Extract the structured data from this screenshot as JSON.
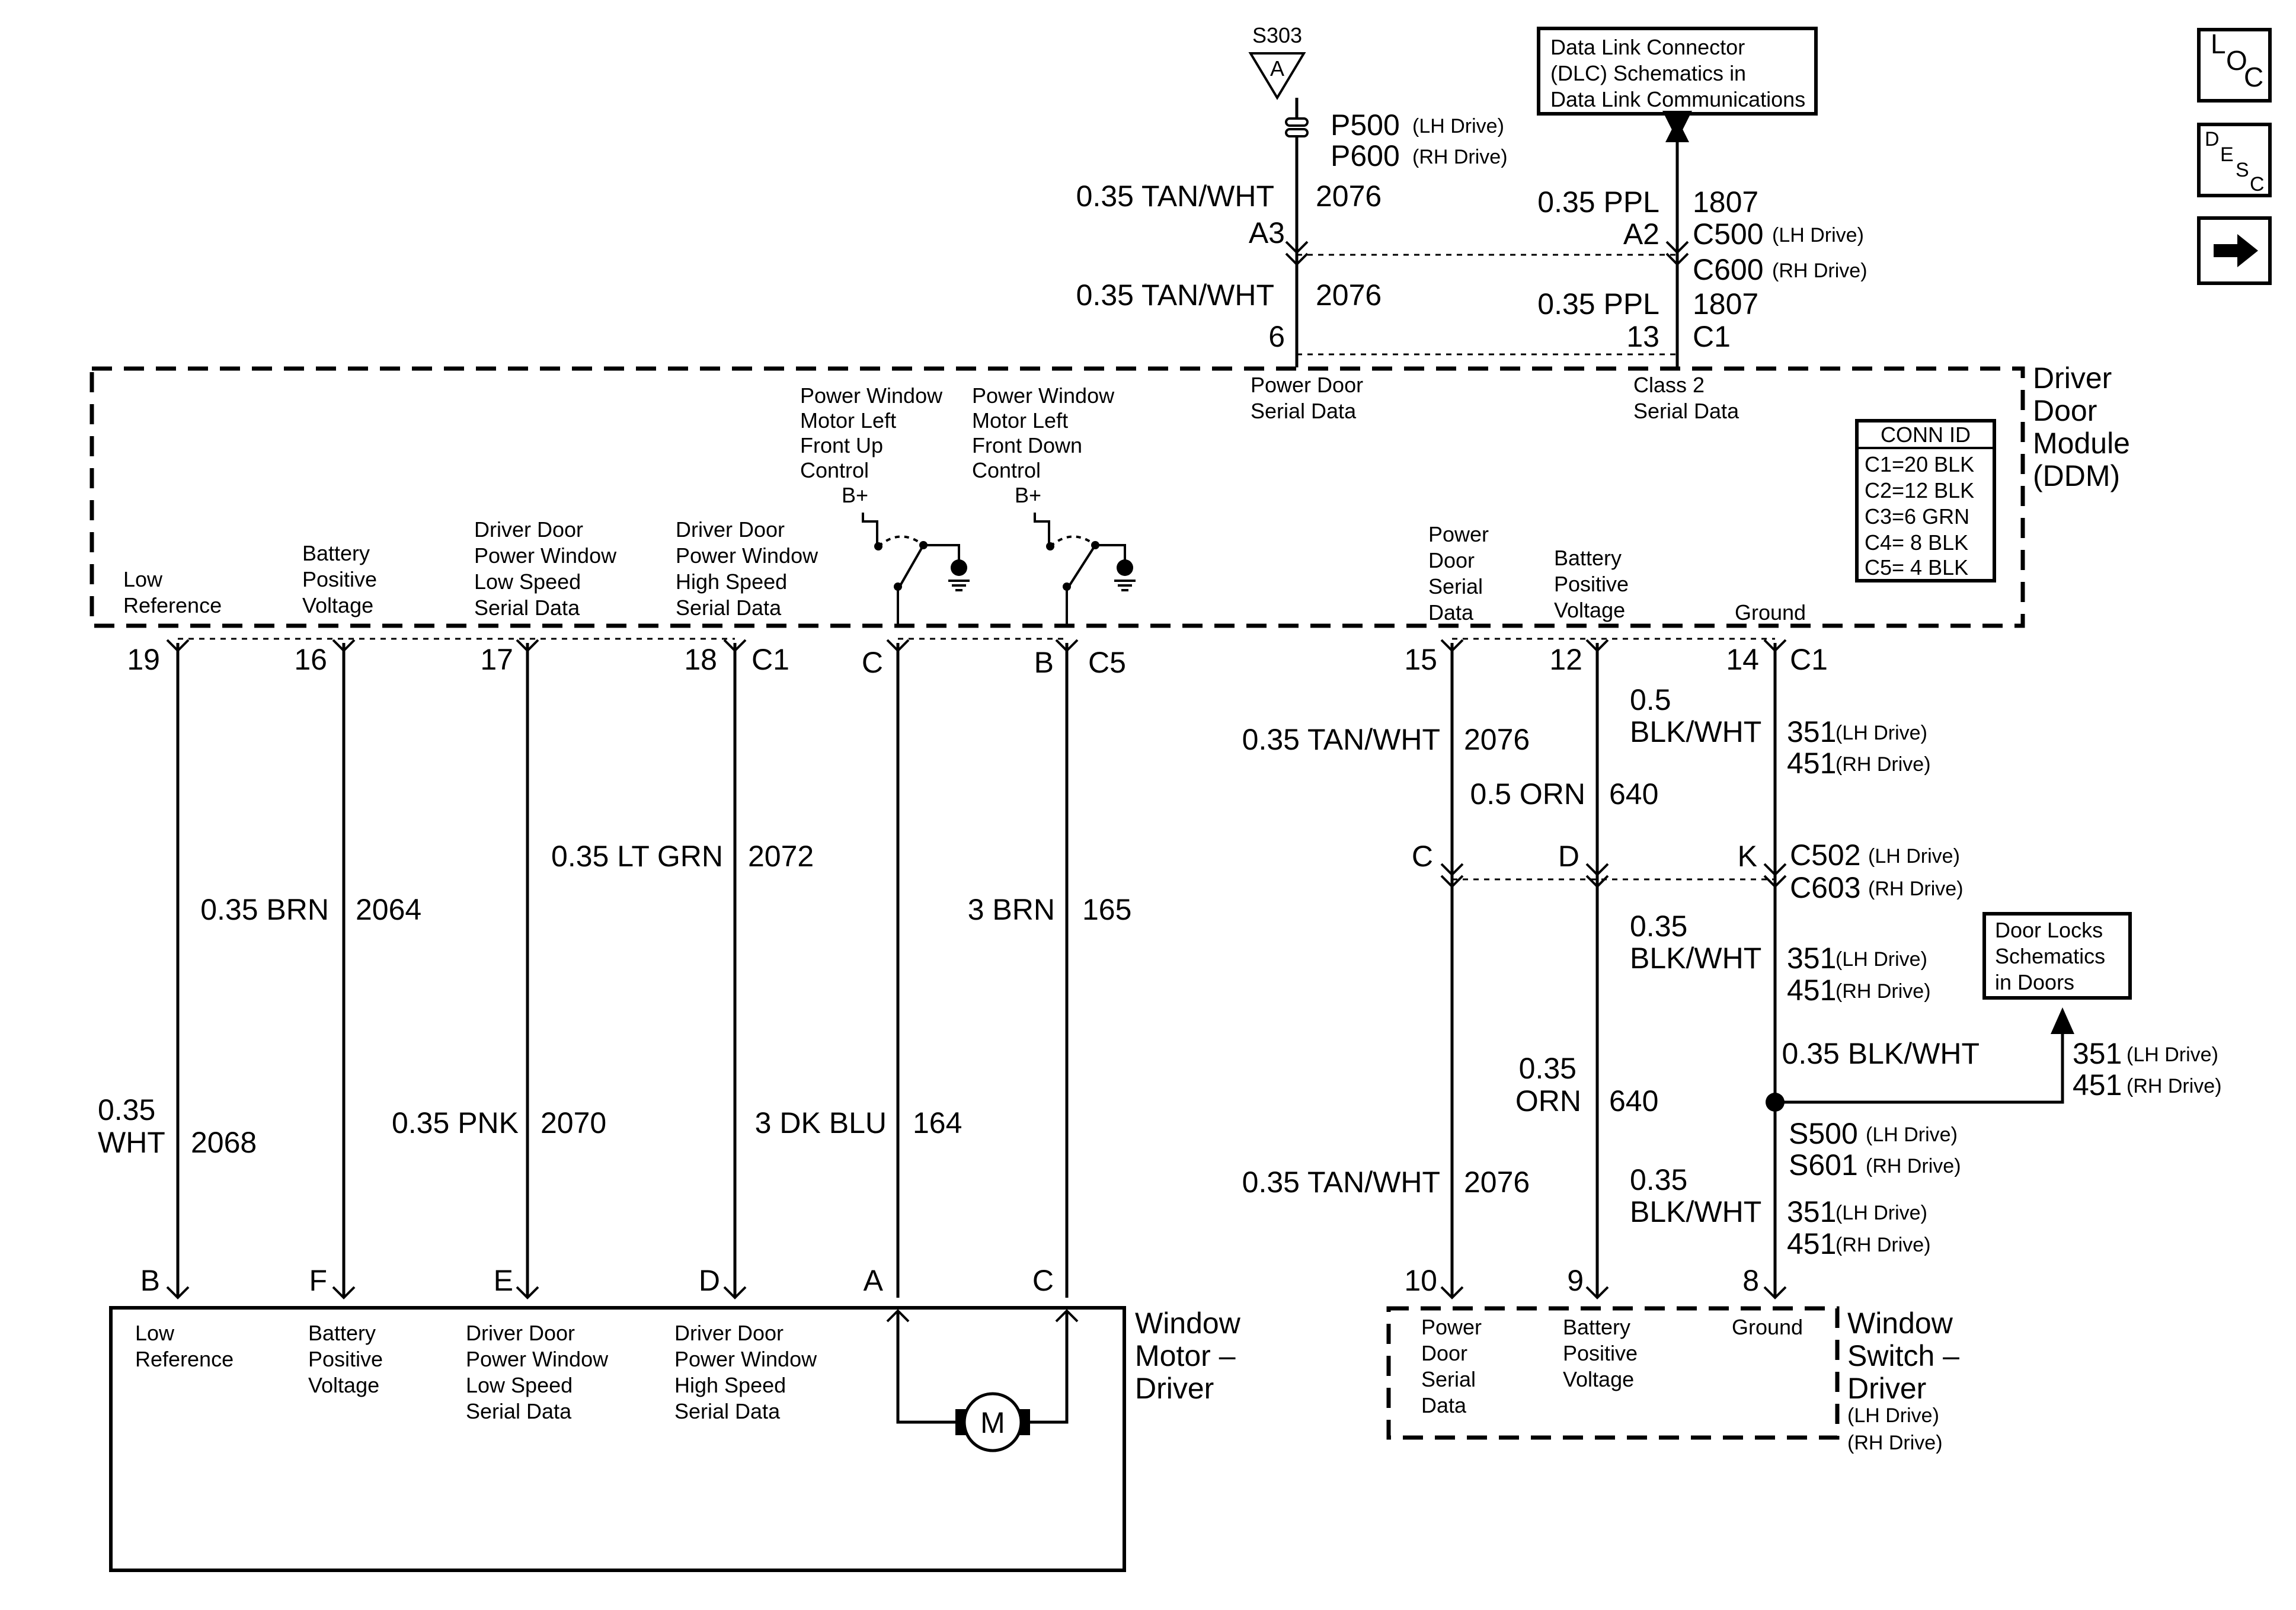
{
  "splice_top": {
    "id": "S303",
    "letter": "A"
  },
  "top_connector": {
    "p500": "P500",
    "p500_note": "(LH Drive)",
    "p600": "P600",
    "p600_note": "(RH Drive)"
  },
  "dlc_box": {
    "line1": "Data Link Connector",
    "line2": "(DLC) Schematics in",
    "line3": "Data Link Communications"
  },
  "upper_left_wire": {
    "spec1": "0.35 TAN/WHT",
    "circuit1": "2076",
    "pin1": "A3",
    "spec2": "0.35 TAN/WHT",
    "circuit2": "2076",
    "pin2": "6"
  },
  "upper_right_wire": {
    "spec1": "0.35 PPL",
    "circuit1": "1807",
    "pin1": "A2",
    "c500": "C500",
    "c500_note": "(LH Drive)",
    "c600": "C600",
    "c600_note": "(RH Drive)",
    "spec2": "0.35 PPL",
    "circuit2": "1807",
    "pin2": "13",
    "conn": "C1"
  },
  "ddm": {
    "name_lines": [
      "Driver",
      "Door",
      "Module",
      "(DDM)"
    ],
    "power_door_serial": [
      "Power Door",
      "Serial Data"
    ],
    "class2_serial": [
      "Class 2",
      "Serial Data"
    ],
    "switch_up_label": [
      "Power Window",
      "Motor Left",
      "Front Up",
      "Control"
    ],
    "switch_down_label": [
      "Power Window",
      "Motor Left",
      "Front Down",
      "Control"
    ],
    "bplus": "B+",
    "conn_id": {
      "title": "CONN ID",
      "rows": [
        "C1=20 BLK",
        "C2=12 BLK",
        "C3=6 GRN",
        "C4= 8 BLK",
        "C5= 4 BLK"
      ]
    },
    "pin_labels": {
      "low_ref": [
        "Low",
        "Reference"
      ],
      "batt": [
        "Battery",
        "Positive",
        "Voltage"
      ],
      "low_speed": [
        "Driver Door",
        "Power Window",
        "Low Speed",
        "Serial Data"
      ],
      "high_speed": [
        "Driver Door",
        "Power Window",
        "High Speed",
        "Serial Data"
      ],
      "power_door": [
        "Power",
        "Door",
        "Serial",
        "Data"
      ],
      "batt_right": [
        "Battery",
        "Positive",
        "Voltage"
      ],
      "ground": "Ground"
    },
    "pins": {
      "p19": "19",
      "p16": "16",
      "p17": "17",
      "p18": "18",
      "c1_left": "C1",
      "pc": "C",
      "pb": "B",
      "c5": "C5",
      "p15": "15",
      "p12": "12",
      "p14": "14",
      "c1_right": "C1"
    }
  },
  "left_wires": {
    "w1": {
      "spec_line1": "0.35",
      "spec_line2": "WHT",
      "circuit": "2068",
      "end": "B"
    },
    "w2": {
      "spec": "0.35 BRN",
      "circuit": "2064",
      "spec_lower": "0.35 PNK",
      "circuit_lower": "2070",
      "end": "F"
    },
    "w3": {
      "spec": "0.35 LT GRN",
      "circuit": "2072",
      "end": "E"
    },
    "w4": {
      "spec": "3 DK BLU",
      "circuit": "164",
      "end": "D"
    },
    "w5": {
      "end": "A"
    },
    "w6": {
      "spec": "3 BRN",
      "circuit": "165",
      "end": "C"
    }
  },
  "right_wires": {
    "wa_upper": {
      "spec": "0.35 TAN/WHT",
      "circuit": "2076",
      "pin": "C"
    },
    "wb_upper": {
      "spec": "0.5 ORN",
      "circuit": "640",
      "pin": "D"
    },
    "wc_upper": {
      "spec_line1": "0.5",
      "spec_line2": "BLK/WHT",
      "circuit_lh": "351",
      "lh": "(LH Drive)",
      "circuit_rh": "451",
      "rh": "(RH Drive)",
      "pin": "K"
    },
    "c502": "C502",
    "c502_note": "(LH Drive)",
    "c603": "C603",
    "c603_note": "(RH Drive)",
    "wc_mid": {
      "spec_line1": "0.35",
      "spec_line2": "BLK/WHT",
      "circuit_lh": "351",
      "lh": "(LH Drive)",
      "circuit_rh": "451",
      "rh": "(RH Drive)"
    },
    "door_locks_box": [
      "Door Locks",
      "Schematics",
      "in Doors"
    ],
    "branch": {
      "spec": "0.35 BLK/WHT",
      "circuit_lh": "351",
      "lh": "(LH Drive)",
      "circuit_rh": "451",
      "rh": "(RH Drive)"
    },
    "wb_lower": {
      "spec_line1": "0.35",
      "spec_line2": "ORN",
      "circuit": "640",
      "pin": "9"
    },
    "splice": {
      "s500": "S500",
      "s500_note": "(LH Drive)",
      "s601": "S601",
      "s601_note": "(RH Drive)"
    },
    "wa_lower": {
      "spec": "0.35 TAN/WHT",
      "circuit": "2076",
      "pin": "10"
    },
    "wc_lower": {
      "spec_line1": "0.35",
      "spec_line2": "BLK/WHT",
      "circuit_lh": "351",
      "lh": "(LH Drive)",
      "circuit_rh": "451",
      "rh": "(RH Drive)",
      "pin": "8"
    }
  },
  "window_motor": {
    "name_lines": [
      "Window",
      "Motor –",
      "Driver"
    ],
    "labels": {
      "low_ref": [
        "Low",
        "Reference"
      ],
      "batt": [
        "Battery",
        "Positive",
        "Voltage"
      ],
      "low_speed": [
        "Driver Door",
        "Power Window",
        "Low Speed",
        "Serial Data"
      ],
      "high_speed": [
        "Driver Door",
        "Power Window",
        "High Speed",
        "Serial Data"
      ]
    },
    "motor_symbol": "M"
  },
  "window_switch": {
    "name_lines": [
      "Window",
      "Switch –",
      "Driver"
    ],
    "lh": "(LH Drive)",
    "rh": "(RH Drive)",
    "labels": {
      "power_door": [
        "Power",
        "Door",
        "Serial",
        "Data"
      ],
      "batt": [
        "Battery",
        "Positive",
        "Voltage"
      ],
      "ground": "Ground"
    }
  },
  "nav": {
    "loc": [
      "L",
      "O",
      "C"
    ],
    "desc": [
      "D",
      "E",
      "S",
      "C"
    ]
  }
}
